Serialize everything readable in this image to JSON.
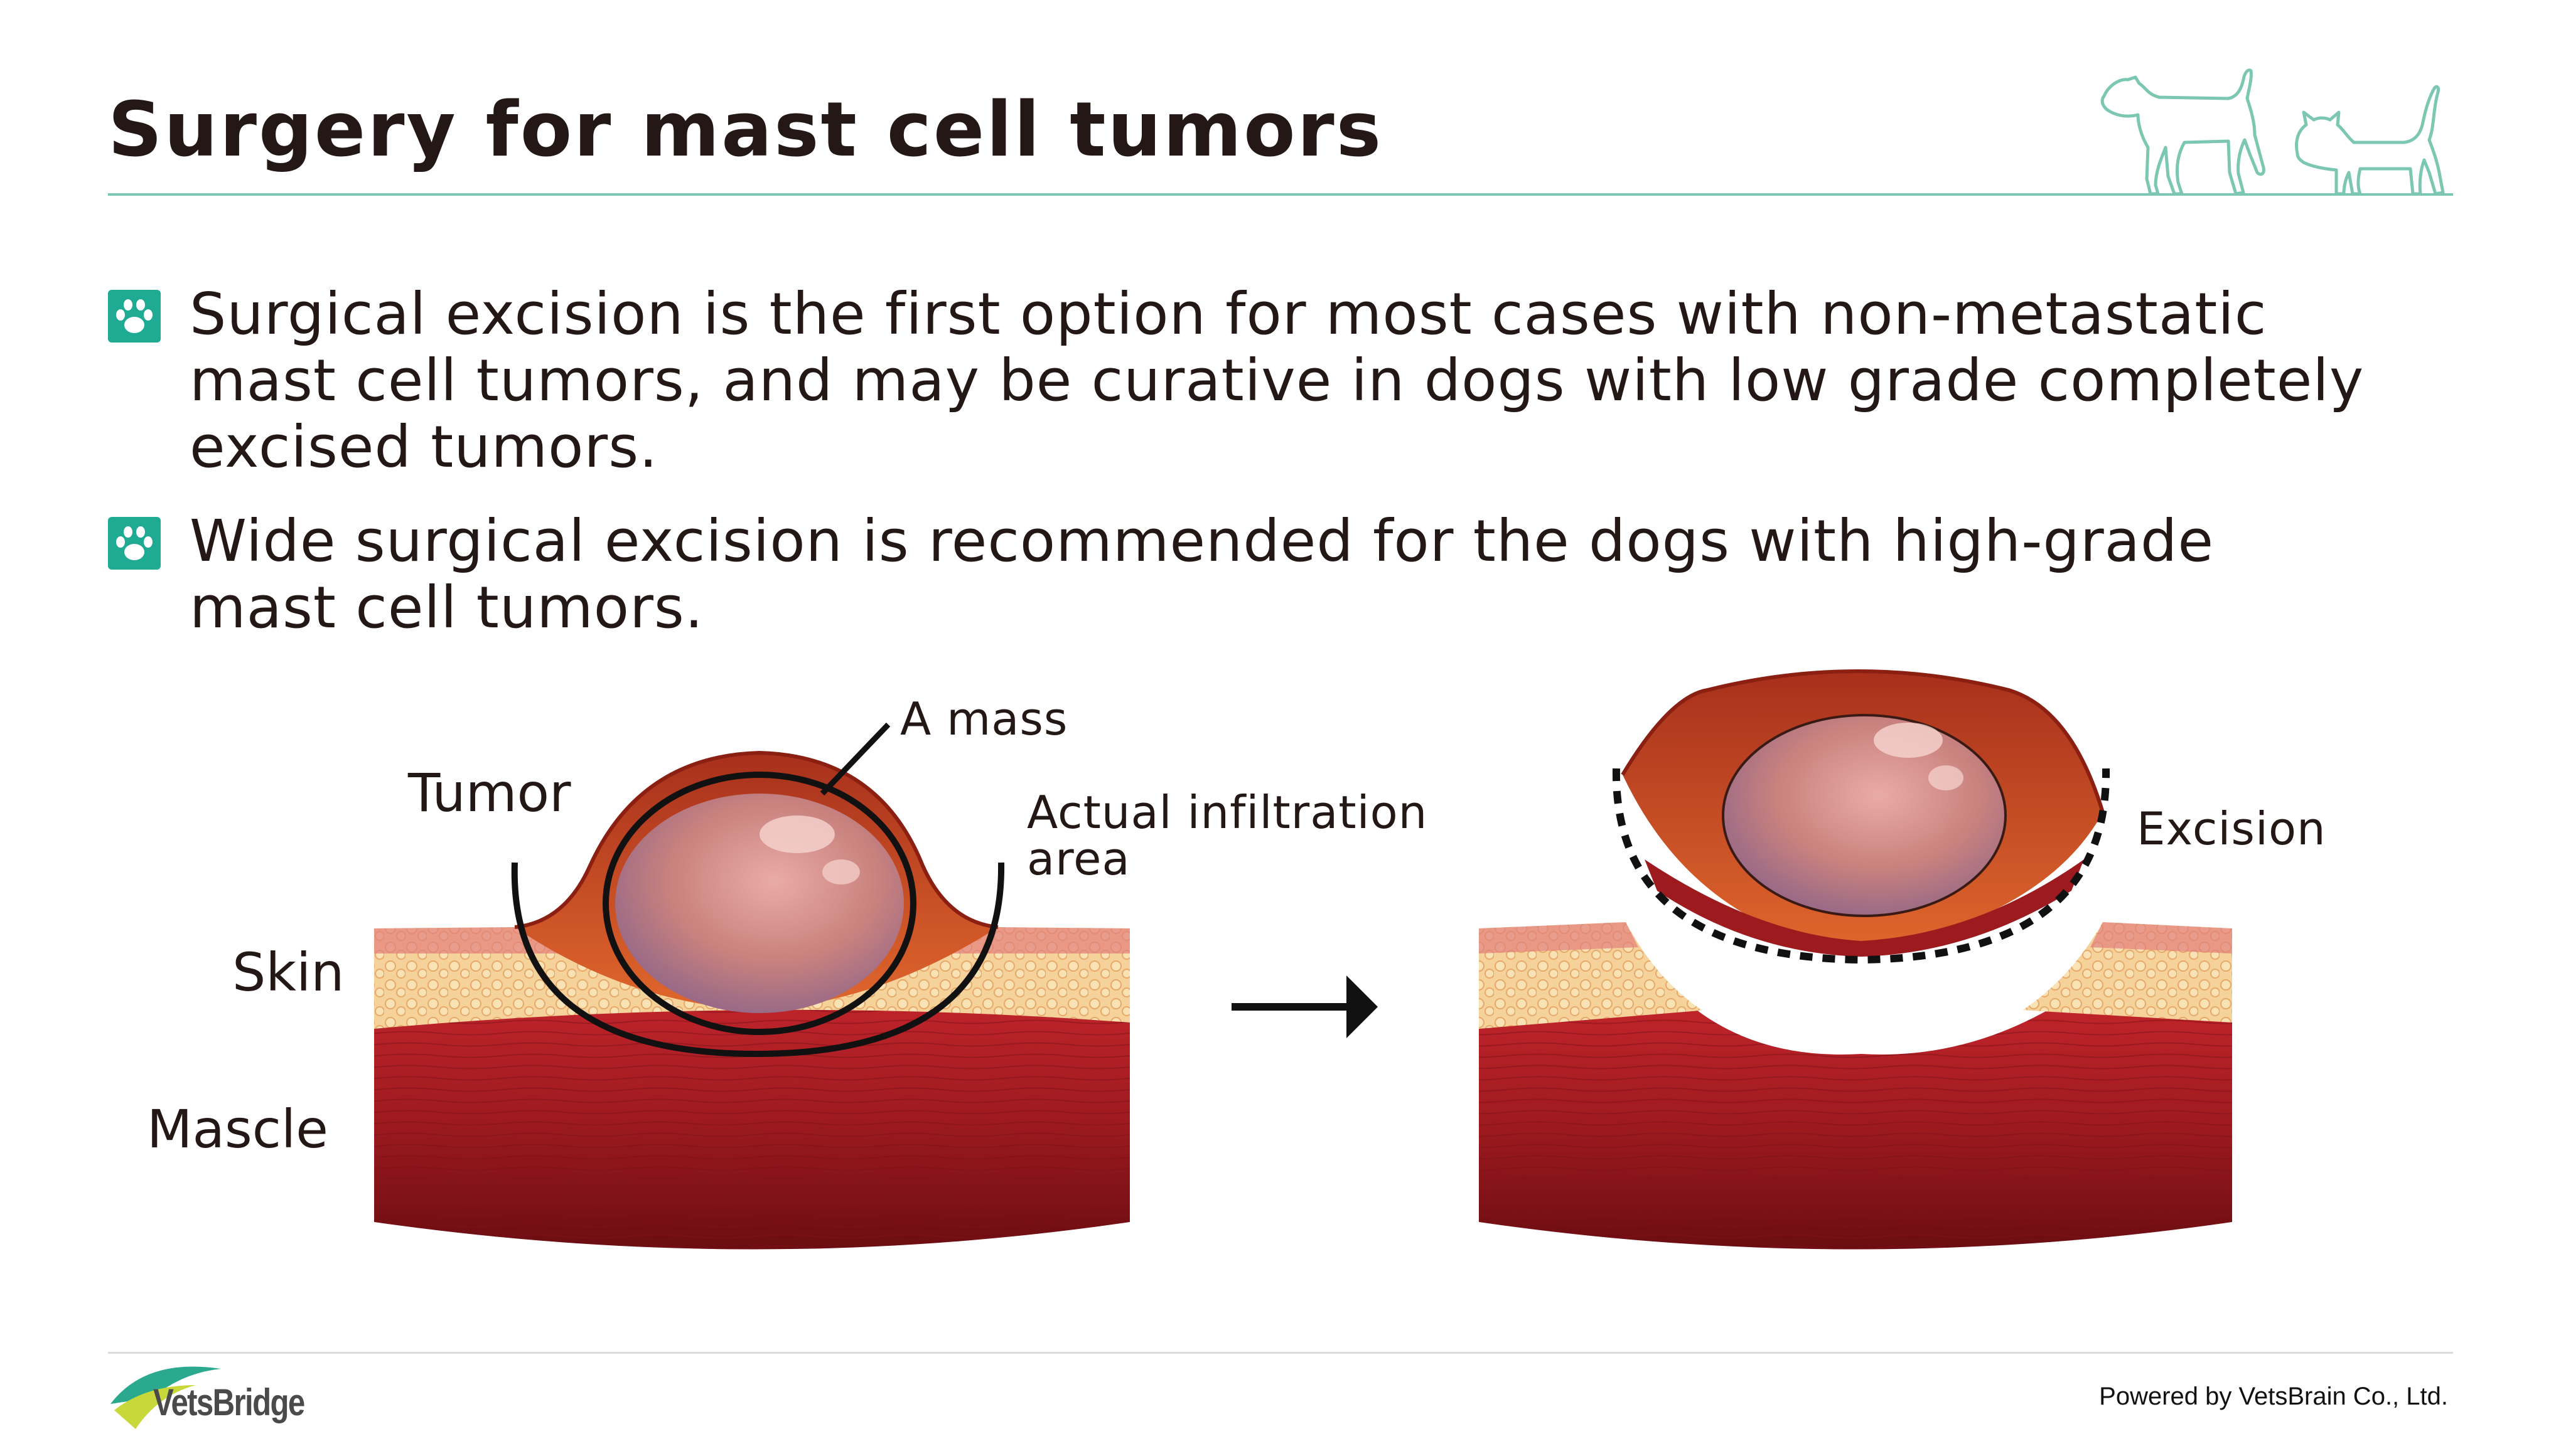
{
  "slide": {
    "title": "Surgery for mast cell tumors",
    "bullets": [
      {
        "icon": "paw-icon",
        "lines": [
          "Surgical excision is the first option for most cases with non-metastatic",
          "mast cell tumors, and may be curative in dogs with low grade completely",
          "excised tumors."
        ]
      },
      {
        "icon": "paw-icon",
        "lines": [
          "Wide surgical excision is recommended for the dogs with high-grade",
          "mast cell tumors."
        ]
      }
    ]
  },
  "illustration": {
    "before": {
      "labels": {
        "tumor": "Tumor",
        "skin": "Skin",
        "muscle": "Mascle",
        "mass": "A mass",
        "infiltration_line1": "Actual infiltration",
        "infiltration_line2": "area"
      }
    },
    "after": {
      "labels": {
        "excision": "Excision"
      }
    }
  },
  "footer": {
    "logo_text": "VetsBridge",
    "powered_by": "Powered by VetsBrain Co., Ltd."
  },
  "colors": {
    "accent": "#7cc7b2",
    "icon_bg": "#1eaa93",
    "text": "#231815",
    "muscle": "#9d1a1f",
    "skin_fat": "#f2c98c",
    "tumor": "#d9908c",
    "tissue": "#c9421c"
  }
}
